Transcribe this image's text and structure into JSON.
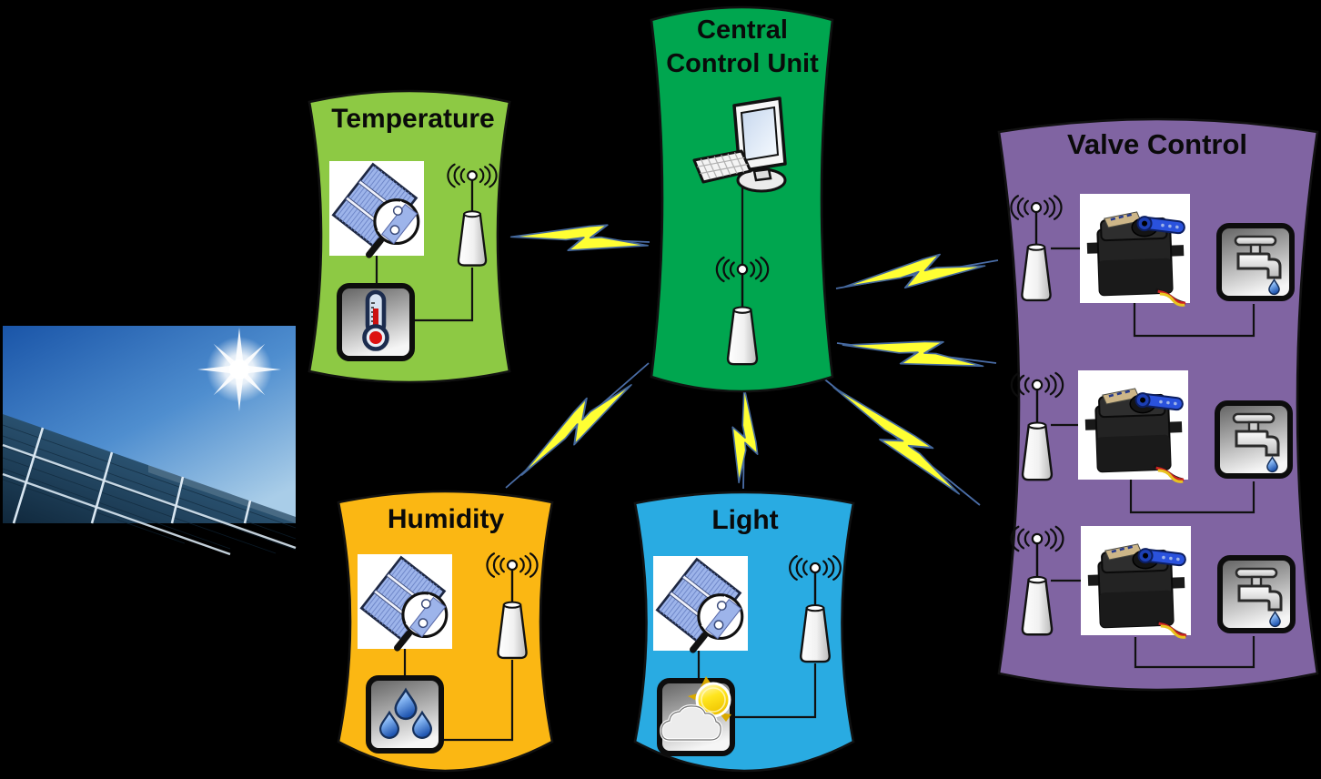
{
  "nodes": {
    "central": {
      "label": "Central Control Unit",
      "label_line1": "Central",
      "label_line2": "Control Unit",
      "color": "#00A64F"
    },
    "temperature": {
      "label": "Temperature",
      "color": "#8DC944"
    },
    "humidity": {
      "label": "Humidity",
      "color": "#FBB713"
    },
    "light": {
      "label": "Light",
      "color": "#29ABE2"
    },
    "valve_control": {
      "label": "Valve Control",
      "color": "#8064A2",
      "actuator_rows": 3
    }
  },
  "colors": {
    "background": "#000000",
    "link_line": "#4A6DA7",
    "lightning_fill": "#FFFF33",
    "lightning_outline": "#44689C",
    "panel_outline": "#111111",
    "icon_square_border": "#0D0D0D"
  },
  "icons": {
    "central_unit": "desktop-computer-icon",
    "wireless_node": "antenna-icon",
    "sensor_input": "solar-panel-magnifier-icon",
    "temperature_sensor": "thermometer-icon",
    "humidity_sensor": "water-drops-icon",
    "light_sensor": "sun-behind-cloud-icon",
    "valve_actuator": "servo-motor-photo",
    "valve_output": "water-faucet-icon",
    "wireless_link": "lightning-bolt-icon",
    "scene_photo": "solar-panel-field-photo"
  }
}
